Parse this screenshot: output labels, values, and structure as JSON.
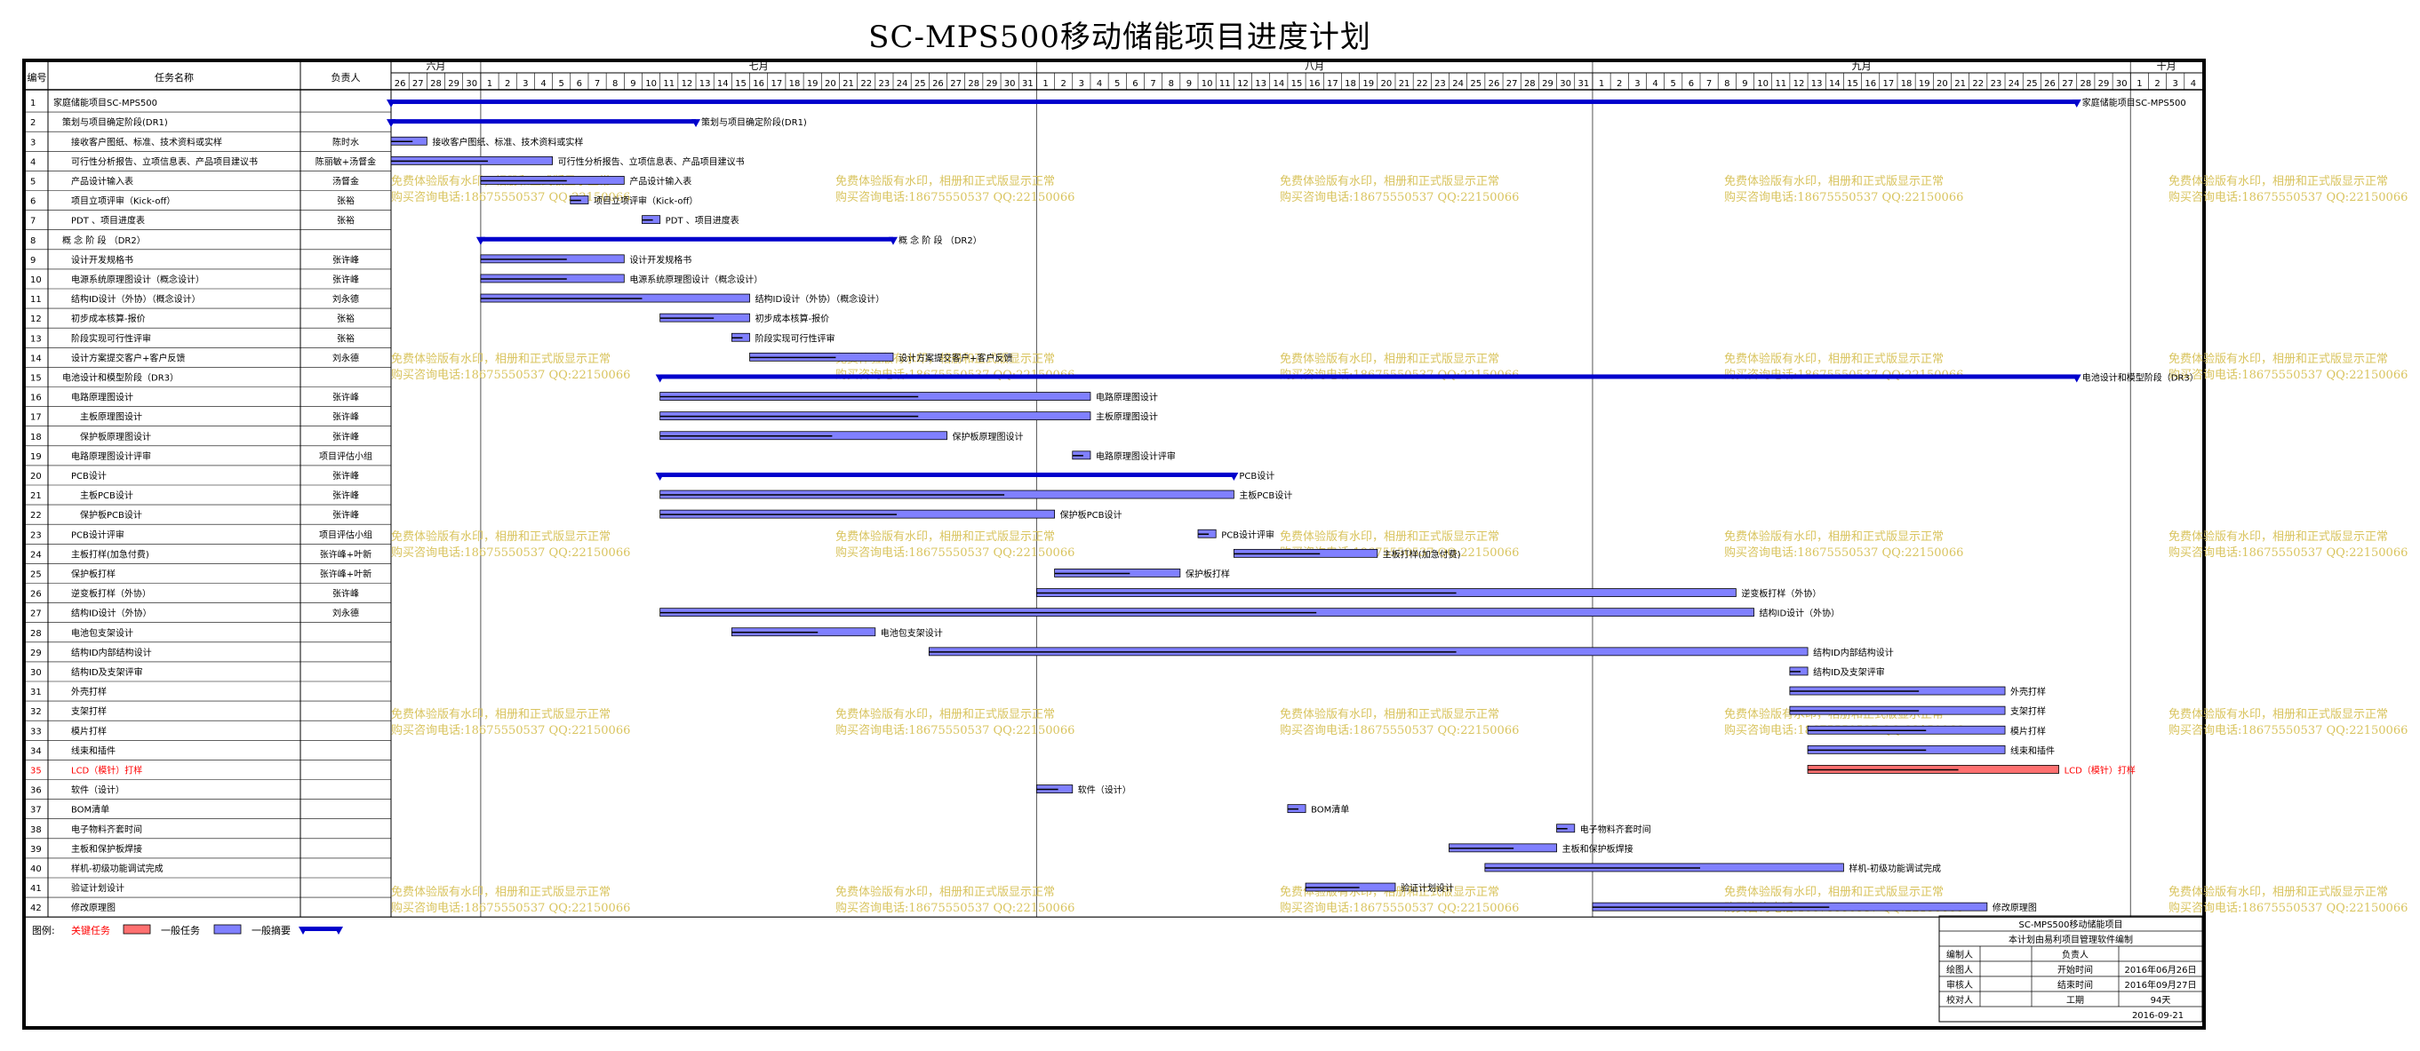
{
  "title": "SC-MPS500移动储能项目进度计划",
  "columns": {
    "id": "编号",
    "name": "任务名称",
    "owner": "负责人"
  },
  "months": [
    {
      "label": "六月",
      "start": "2016-06-26",
      "end": "2016-06-30"
    },
    {
      "label": "七月",
      "start": "2016-07-01",
      "end": "2016-07-31"
    },
    {
      "label": "八月",
      "start": "2016-08-01",
      "end": "2016-08-31"
    },
    {
      "label": "九月",
      "start": "2016-09-01",
      "end": "2016-09-30"
    },
    {
      "label": "十月",
      "start": "2016-10-01",
      "end": "2016-10-04"
    }
  ],
  "watermark": {
    "line1": "免费体验版有水印，相册和正式版显示正常",
    "line2": "购买咨询电话:18675550537 QQ:22150066",
    "color": "#d9c45f"
  },
  "colors": {
    "bar": "#8080ff",
    "critical": "#ff7070",
    "summary": "#0000cc",
    "critical_text": "#ff0000",
    "watermark": "#d9c45f"
  },
  "legend": {
    "label": "图例:",
    "critical": "关键任务",
    "normal": "一般任务",
    "summary": "一般摘要"
  },
  "info_box": {
    "project": "SC-MPS500移动储能项目",
    "software": "本计划由易利项目管理软件编制",
    "rows": [
      {
        "a": "编制人",
        "b": "",
        "c": "负责人",
        "d": ""
      },
      {
        "a": "绘图人",
        "b": "",
        "c": "开始时间",
        "d": "2016年06月26日"
      },
      {
        "a": "审核人",
        "b": "",
        "c": "结束时间",
        "d": "2016年09月27日"
      },
      {
        "a": "校对人",
        "b": "",
        "c": "工期",
        "d": "94天"
      }
    ],
    "print_date": "2016-09-21"
  },
  "chart_data": {
    "type": "gantt",
    "title": "SC-MPS500移动储能项目进度计划",
    "x_range": [
      "2016-06-26",
      "2016-10-04"
    ],
    "tasks": [
      {
        "id": "1",
        "name": "家庭储能项目SC-MPS500",
        "owner": "",
        "start": "2016-06-26",
        "end": "2016-09-27",
        "kind": "summary",
        "label": "家庭储能项目SC-MPS500",
        "indent": 0
      },
      {
        "id": "2",
        "name": "策划与项目确定阶段(DR1)",
        "owner": "",
        "start": "2016-06-26",
        "end": "2016-07-12",
        "kind": "summary",
        "label": "策划与项目确定阶段(DR1)",
        "indent": 1
      },
      {
        "id": "3",
        "name": "接收客户图纸、标准、技术资料或实样",
        "owner": "陈时水",
        "start": "2016-06-26",
        "end": "2016-06-27",
        "kind": "task",
        "label": "接收客户图纸、标准、技术资料或实样",
        "indent": 2
      },
      {
        "id": "4",
        "name": "可行性分析报告、立项信息表、产品项目建议书",
        "owner": "陈丽敏+汤督金",
        "start": "2016-06-26",
        "end": "2016-07-04",
        "kind": "task",
        "label": "可行性分析报告、立项信息表、产品项目建议书",
        "indent": 2
      },
      {
        "id": "5",
        "name": "产品设计输入表",
        "owner": "汤督金",
        "start": "2016-07-01",
        "end": "2016-07-08",
        "kind": "task",
        "label": "产品设计输入表",
        "indent": 2
      },
      {
        "id": "6",
        "name": "项目立项评审（Kick-off）",
        "owner": "张裕",
        "start": "2016-07-06",
        "end": "2016-07-06",
        "kind": "task",
        "label": "项目立项评审（Kick-off）",
        "indent": 2
      },
      {
        "id": "7",
        "name": "PDT 、项目进度表",
        "owner": "张裕",
        "start": "2016-07-10",
        "end": "2016-07-10",
        "kind": "task",
        "label": "PDT 、项目进度表",
        "indent": 2
      },
      {
        "id": "8",
        "name": "概 念 阶 段 （DR2）",
        "owner": "",
        "start": "2016-07-01",
        "end": "2016-07-23",
        "kind": "summary",
        "label": "概 念 阶 段 （DR2）",
        "indent": 1
      },
      {
        "id": "9",
        "name": "设计开发规格书",
        "owner": "张许峰",
        "start": "2016-07-01",
        "end": "2016-07-08",
        "kind": "task",
        "label": "设计开发规格书",
        "indent": 2
      },
      {
        "id": "10",
        "name": "电源系统原理图设计（概念设计）",
        "owner": "张许峰",
        "start": "2016-07-01",
        "end": "2016-07-08",
        "kind": "task",
        "label": "电源系统原理图设计（概念设计）",
        "indent": 2
      },
      {
        "id": "11",
        "name": "结构ID设计（外协）（概念设计）",
        "owner": "刘永德",
        "start": "2016-07-01",
        "end": "2016-07-15",
        "kind": "task",
        "label": "结构ID设计（外协）（概念设计）",
        "indent": 2
      },
      {
        "id": "12",
        "name": "初步成本核算-报价",
        "owner": "张裕",
        "start": "2016-07-11",
        "end": "2016-07-15",
        "kind": "task",
        "label": "初步成本核算-报价",
        "indent": 2
      },
      {
        "id": "13",
        "name": "阶段实现可行性评审",
        "owner": "张裕",
        "start": "2016-07-15",
        "end": "2016-07-15",
        "kind": "task",
        "label": "阶段实现可行性评审",
        "indent": 2
      },
      {
        "id": "14",
        "name": "设计方案提交客户+客户反馈",
        "owner": "刘永德",
        "start": "2016-07-16",
        "end": "2016-07-23",
        "kind": "task",
        "label": "设计方案提交客户+客户反馈",
        "indent": 2
      },
      {
        "id": "15",
        "name": "电池设计和模型阶段（DR3）",
        "owner": "",
        "start": "2016-07-11",
        "end": "2016-09-27",
        "kind": "summary",
        "label": "电池设计和模型阶段（DR3）",
        "indent": 1
      },
      {
        "id": "16",
        "name": "电路原理图设计",
        "owner": "张许峰",
        "start": "2016-07-11",
        "end": "2016-08-03",
        "kind": "task",
        "label": "电路原理图设计",
        "indent": 2
      },
      {
        "id": "17",
        "name": "主板原理图设计",
        "owner": "张许峰",
        "start": "2016-07-11",
        "end": "2016-08-03",
        "kind": "task",
        "label": "主板原理图设计",
        "indent": 3
      },
      {
        "id": "18",
        "name": "保护板原理图设计",
        "owner": "张许峰",
        "start": "2016-07-11",
        "end": "2016-07-26",
        "kind": "task",
        "label": "保护板原理图设计",
        "indent": 3
      },
      {
        "id": "19",
        "name": "电路原理图设计评审",
        "owner": "项目评估小组",
        "start": "2016-08-03",
        "end": "2016-08-03",
        "kind": "task",
        "label": "电路原理图设计评审",
        "indent": 2
      },
      {
        "id": "20",
        "name": "PCB设计",
        "owner": "张许峰",
        "start": "2016-07-11",
        "end": "2016-08-11",
        "kind": "summary",
        "label": "PCB设计",
        "indent": 2
      },
      {
        "id": "21",
        "name": "主板PCB设计",
        "owner": "张许峰",
        "start": "2016-07-11",
        "end": "2016-08-11",
        "kind": "task",
        "label": "主板PCB设计",
        "indent": 3
      },
      {
        "id": "22",
        "name": "保护板PCB设计",
        "owner": "张许峰",
        "start": "2016-07-11",
        "end": "2016-08-01",
        "kind": "task",
        "label": "保护板PCB设计",
        "indent": 3
      },
      {
        "id": "23",
        "name": "PCB设计评审",
        "owner": "项目评估小组",
        "start": "2016-08-10",
        "end": "2016-08-10",
        "kind": "task",
        "label": "PCB设计评审",
        "indent": 2
      },
      {
        "id": "24",
        "name": "主板打样(加急付费)",
        "owner": "张许峰+叶新",
        "start": "2016-08-12",
        "end": "2016-08-19",
        "kind": "task",
        "label": "主板打样(加急付费)",
        "indent": 2
      },
      {
        "id": "25",
        "name": "保护板打样",
        "owner": "张许峰+叶新",
        "start": "2016-08-02",
        "end": "2016-08-08",
        "kind": "task",
        "label": "保护板打样",
        "indent": 2
      },
      {
        "id": "26",
        "name": "逆变板打样（外协）",
        "owner": "张许峰",
        "start": "2016-08-01",
        "end": "2016-09-08",
        "kind": "task",
        "label": "逆变板打样（外协）",
        "indent": 2
      },
      {
        "id": "27",
        "name": "结构ID设计（外协）",
        "owner": "刘永德",
        "start": "2016-07-11",
        "end": "2016-09-09",
        "kind": "task",
        "label": "结构ID设计（外协）",
        "indent": 2
      },
      {
        "id": "28",
        "name": "电池包支架设计",
        "owner": "",
        "start": "2016-07-15",
        "end": "2016-07-22",
        "kind": "task",
        "label": "电池包支架设计",
        "indent": 2
      },
      {
        "id": "29",
        "name": "结构ID内部结构设计",
        "owner": "",
        "start": "2016-07-26",
        "end": "2016-09-12",
        "kind": "task",
        "label": "结构ID内部结构设计",
        "indent": 2
      },
      {
        "id": "30",
        "name": "结构ID及支架评审",
        "owner": "",
        "start": "2016-09-12",
        "end": "2016-09-12",
        "kind": "task",
        "label": "结构ID及支架评审",
        "indent": 2
      },
      {
        "id": "31",
        "name": "外壳打样",
        "owner": "",
        "start": "2016-09-12",
        "end": "2016-09-23",
        "kind": "task",
        "label": "外壳打样",
        "indent": 2
      },
      {
        "id": "32",
        "name": "支架打样",
        "owner": "",
        "start": "2016-09-12",
        "end": "2016-09-23",
        "kind": "task",
        "label": "支架打样",
        "indent": 2
      },
      {
        "id": "33",
        "name": "模片打样",
        "owner": "",
        "start": "2016-09-13",
        "end": "2016-09-23",
        "kind": "task",
        "label": "模片打样",
        "indent": 2
      },
      {
        "id": "34",
        "name": "线束和插件",
        "owner": "",
        "start": "2016-09-13",
        "end": "2016-09-23",
        "kind": "task",
        "label": "线束和插件",
        "indent": 2
      },
      {
        "id": "35",
        "name": "LCD（模针）打样",
        "owner": "",
        "start": "2016-09-13",
        "end": "2016-09-26",
        "kind": "critical",
        "label": "LCD（模针）打样",
        "indent": 2
      },
      {
        "id": "36",
        "name": "软件（设计）",
        "owner": "",
        "start": "2016-08-01",
        "end": "2016-08-02",
        "kind": "task",
        "label": "软件（设计）",
        "indent": 2
      },
      {
        "id": "37",
        "name": "BOM清单",
        "owner": "",
        "start": "2016-08-15",
        "end": "2016-08-15",
        "kind": "task",
        "label": "BOM清单",
        "indent": 2
      },
      {
        "id": "38",
        "name": "电子物料齐套时间",
        "owner": "",
        "start": "2016-08-30",
        "end": "2016-08-30",
        "kind": "task",
        "label": "电子物料齐套时间",
        "indent": 2
      },
      {
        "id": "39",
        "name": "主板和保护板焊接",
        "owner": "",
        "start": "2016-08-24",
        "end": "2016-08-29",
        "kind": "task",
        "label": "主板和保护板焊接",
        "indent": 2
      },
      {
        "id": "40",
        "name": "样机-初级功能调试完成",
        "owner": "",
        "start": "2016-08-26",
        "end": "2016-09-14",
        "kind": "task",
        "label": "样机-初级功能调试完成",
        "indent": 2
      },
      {
        "id": "41",
        "name": "验证计划设计",
        "owner": "",
        "start": "2016-08-16",
        "end": "2016-08-20",
        "kind": "task",
        "label": "验证计划设计",
        "indent": 2
      },
      {
        "id": "42",
        "name": "修改原理图",
        "owner": "",
        "start": "2016-09-01",
        "end": "2016-09-22",
        "kind": "task",
        "label": "修改原理图",
        "indent": 2
      }
    ]
  }
}
